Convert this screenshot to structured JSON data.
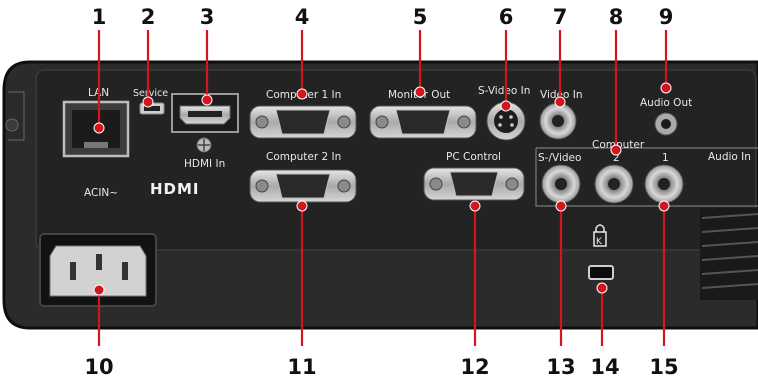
{
  "callouts": {
    "c1": "1",
    "c2": "2",
    "c3": "3",
    "c4": "4",
    "c5": "5",
    "c6": "6",
    "c7": "7",
    "c8": "8",
    "c9": "9",
    "c10": "10",
    "c11": "11",
    "c12": "12",
    "c13": "13",
    "c14": "14",
    "c15": "15"
  },
  "labels": {
    "lan": "LAN",
    "service": "Service",
    "hdmi_in": "HDMI In",
    "hdmi_logo": "HDMI",
    "computer1_in": "Computer 1 In",
    "computer2_in": "Computer 2 In",
    "monitor_out": "Monitor Out",
    "pc_control": "PC Control",
    "svideo_in": "S-Video In",
    "video_in": "Video In",
    "audio_out": "Audio Out",
    "computer": "Computer",
    "audio_in": "Audio In",
    "svideo_audio": "S-/Video",
    "audio_in_2": "2",
    "audio_in_1": "1",
    "acin": "ACIN~"
  },
  "colors": {
    "callout": "#d0161e",
    "panel": "#262626",
    "panel_edge": "#111111",
    "label_text": "#e8e8e8",
    "connector_metal": "#c9c9c9"
  }
}
